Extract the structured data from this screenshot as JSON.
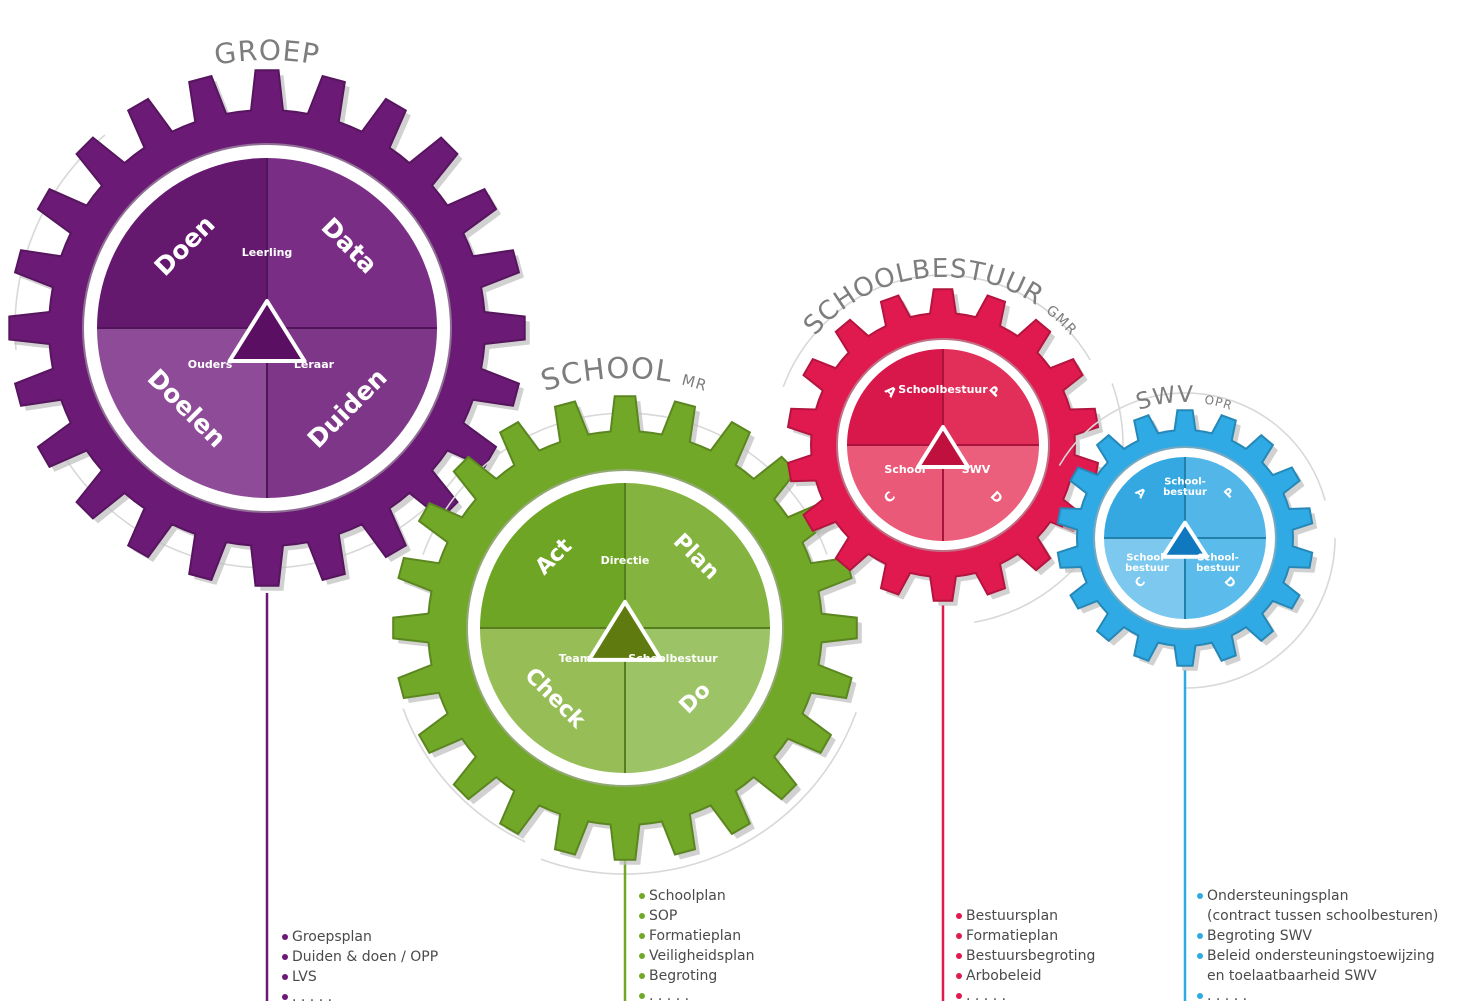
{
  "gears": [
    {
      "id": "groep",
      "title": "GROEP",
      "subtitle": "",
      "color": "#6b1a75",
      "sector_colors": [
        "#64196f",
        "#7a2d85",
        "#8e4c98",
        "#7e3689"
      ],
      "center_triangle_color": "#5a0f63",
      "quadrant_words": [
        "Data",
        "Duiden",
        "Doelen",
        "Doen"
      ],
      "center_labels": {
        "top": "Leerling",
        "left": "Ouders",
        "right": "Leraar"
      },
      "items": [
        "Groepsplan",
        "Duiden & doen / OPP",
        "LVS",
        ". . . . ."
      ]
    },
    {
      "id": "school",
      "title": "SCHOOL",
      "subtitle": "MR",
      "color": "#72a828",
      "sector_colors": [
        "#6fa524",
        "#84b43f",
        "#97bd57",
        "#9cc466"
      ],
      "center_triangle_color": "#5f7a0e",
      "quadrant_words": [
        "Plan",
        "Do",
        "Check",
        "Act"
      ],
      "center_labels": {
        "top": "Directie",
        "left": "Team",
        "right": "Schoolbestuur"
      },
      "items": [
        "Schoolplan",
        "SOP",
        "Formatieplan",
        "Veiligheidsplan",
        "Begroting",
        ". . . . ."
      ]
    },
    {
      "id": "schoolbestuur",
      "title": "SCHOOLBESTUUR",
      "subtitle": "GMR",
      "color": "#e01a4f",
      "sector_colors": [
        "#d8174a",
        "#e22f5a",
        "#ea5a78",
        "#ec5f7c"
      ],
      "center_triangle_color": "#c0103e",
      "quadrant_words": [
        "P",
        "D",
        "C",
        "A"
      ],
      "center_labels": {
        "top": "Schoolbestuur",
        "left": "School",
        "right": "SWV"
      },
      "items": [
        "Bestuursplan",
        "Formatieplan",
        "Bestuursbegroting",
        "Arbobeleid",
        ". . . . ."
      ]
    },
    {
      "id": "swv",
      "title": "SWV",
      "subtitle": "OPR",
      "color": "#2faae4",
      "sector_colors": [
        "#35a8e2",
        "#52b6e8",
        "#7cc8ee",
        "#5bbbea"
      ],
      "center_triangle_color": "#0f78bf",
      "quadrant_words": [
        "P",
        "D",
        "C",
        "A"
      ],
      "center_labels": {
        "top": "School-\nbestuur",
        "left": "School-\nbestuur",
        "right": "School-\nbestuur"
      },
      "items": [
        "Ondersteuningsplan",
        "(contract tussen schoolbesturen)",
        "Begroting SWV",
        "Beleid ondersteuningstoewijzing",
        "en toelaatbaarheid SWV",
        ". . . . ."
      ]
    }
  ]
}
